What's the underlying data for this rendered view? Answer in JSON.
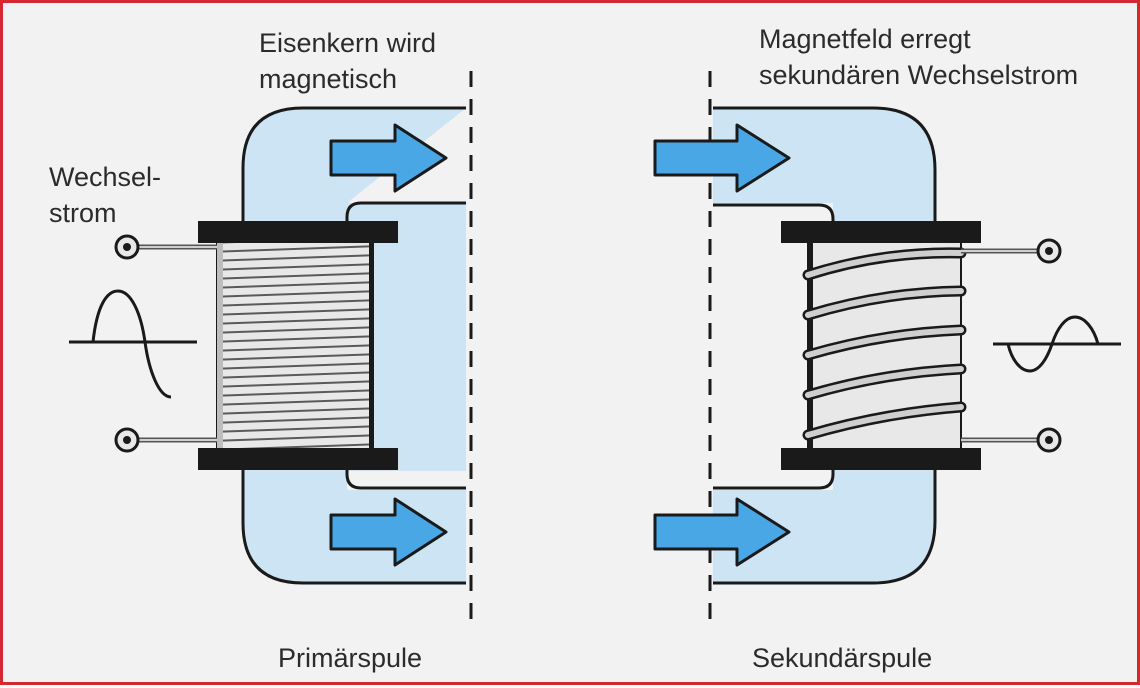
{
  "labels": {
    "primary_core": "Eisenkern wird\nmagnetisch",
    "secondary_core": "Magnetfeld erregt\nsekundären Wechselstrom",
    "input_current": "Wechsel-\nstrom",
    "primary_coil": "Primärspule",
    "secondary_coil": "Sekundärspule"
  },
  "colors": {
    "core_fill": "#cde4f5",
    "arrow_fill": "#4aa7e6",
    "outline": "#1a1a1a",
    "frame": "#d8262e",
    "background": "#f2f2f2"
  },
  "icons": {
    "flux_arrow": "right-arrow",
    "ac_signal": "sine-wave",
    "terminal": "terminal-ring"
  }
}
